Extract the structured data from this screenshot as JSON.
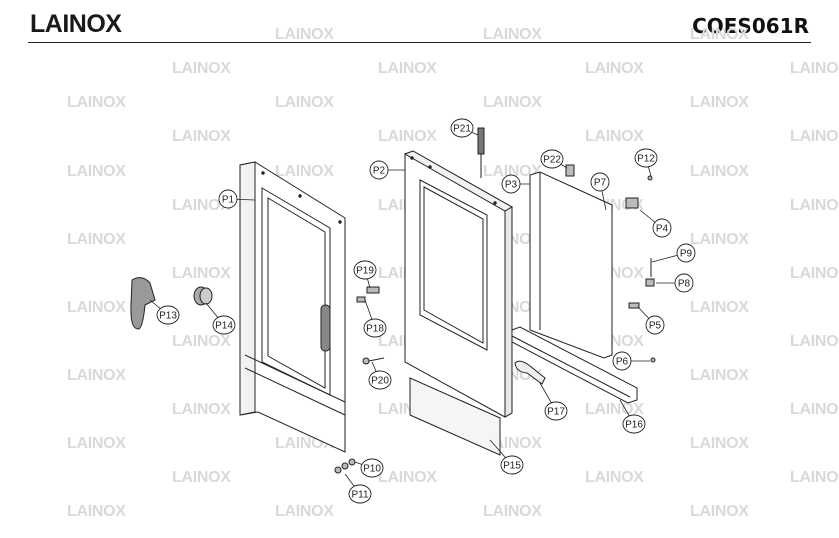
{
  "header": {
    "brand": "LAINOX",
    "code": "COES061R"
  },
  "watermark": "LAINOX",
  "parts": [
    "P1",
    "P2",
    "P3",
    "P4",
    "P5",
    "P6",
    "P7",
    "P8",
    "P9",
    "P10",
    "P11",
    "P12",
    "P13",
    "P14",
    "P15",
    "P16",
    "P17",
    "P18",
    "P19",
    "P20",
    "P21",
    "P22"
  ]
}
